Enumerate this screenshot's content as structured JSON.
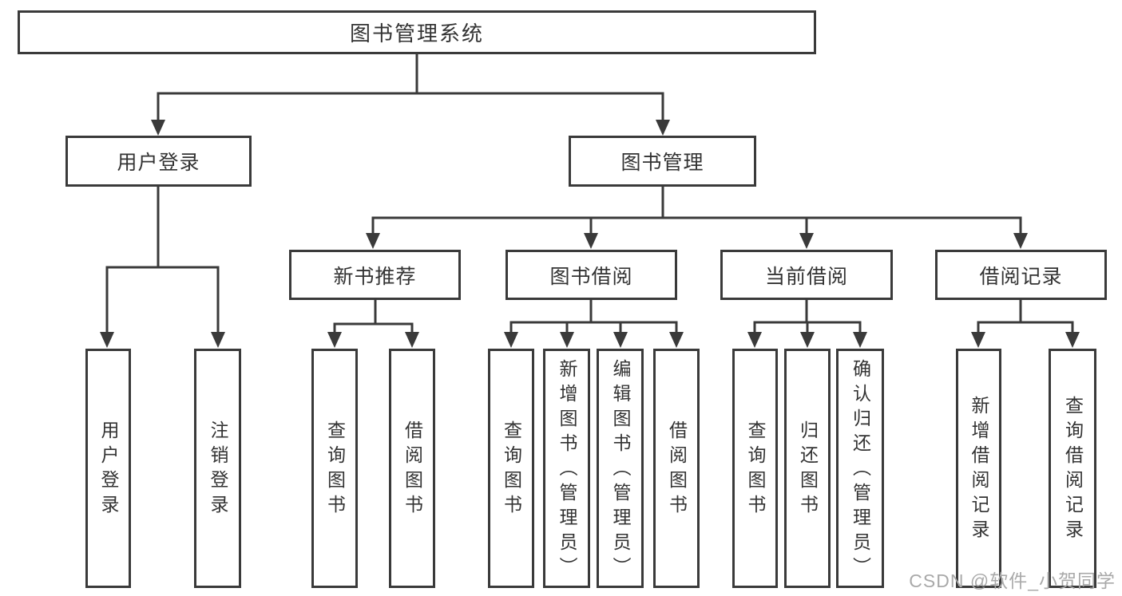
{
  "diagram_title": "图书管理系统",
  "hierarchy": {
    "root": "图书管理系统",
    "children": [
      {
        "label": "用户登录",
        "children": [
          "用户登录",
          "注销登录"
        ]
      },
      {
        "label": "图书管理",
        "children": [
          {
            "label": "新书推荐",
            "children": [
              "查询图书",
              "借阅图书"
            ]
          },
          {
            "label": "图书借阅",
            "children": [
              "查询图书",
              "新增图书（管理员）",
              "编辑图书（管理员）",
              "借阅图书"
            ]
          },
          {
            "label": "当前借阅",
            "children": [
              "查询图书",
              "归还图书",
              "确认归还（管理员）"
            ]
          },
          {
            "label": "借阅记录",
            "children": [
              "新增借阅记录",
              "查询借阅记录"
            ]
          }
        ]
      }
    ]
  },
  "watermark": "CSDN @软件_小贺同学",
  "colors": {
    "line": "#3a3a3a",
    "box_background": "#ffffff",
    "text": "#333333",
    "watermark": "#a9a9a9"
  }
}
